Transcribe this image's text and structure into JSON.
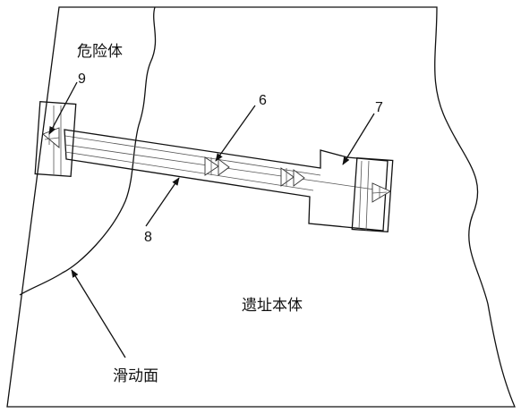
{
  "labels": {
    "danger_body": "危险体",
    "site_body": "遗址本体",
    "slip_surface": "滑动面"
  },
  "callouts": {
    "c9": "9",
    "c6": "6",
    "c7": "7",
    "c8": "8"
  }
}
